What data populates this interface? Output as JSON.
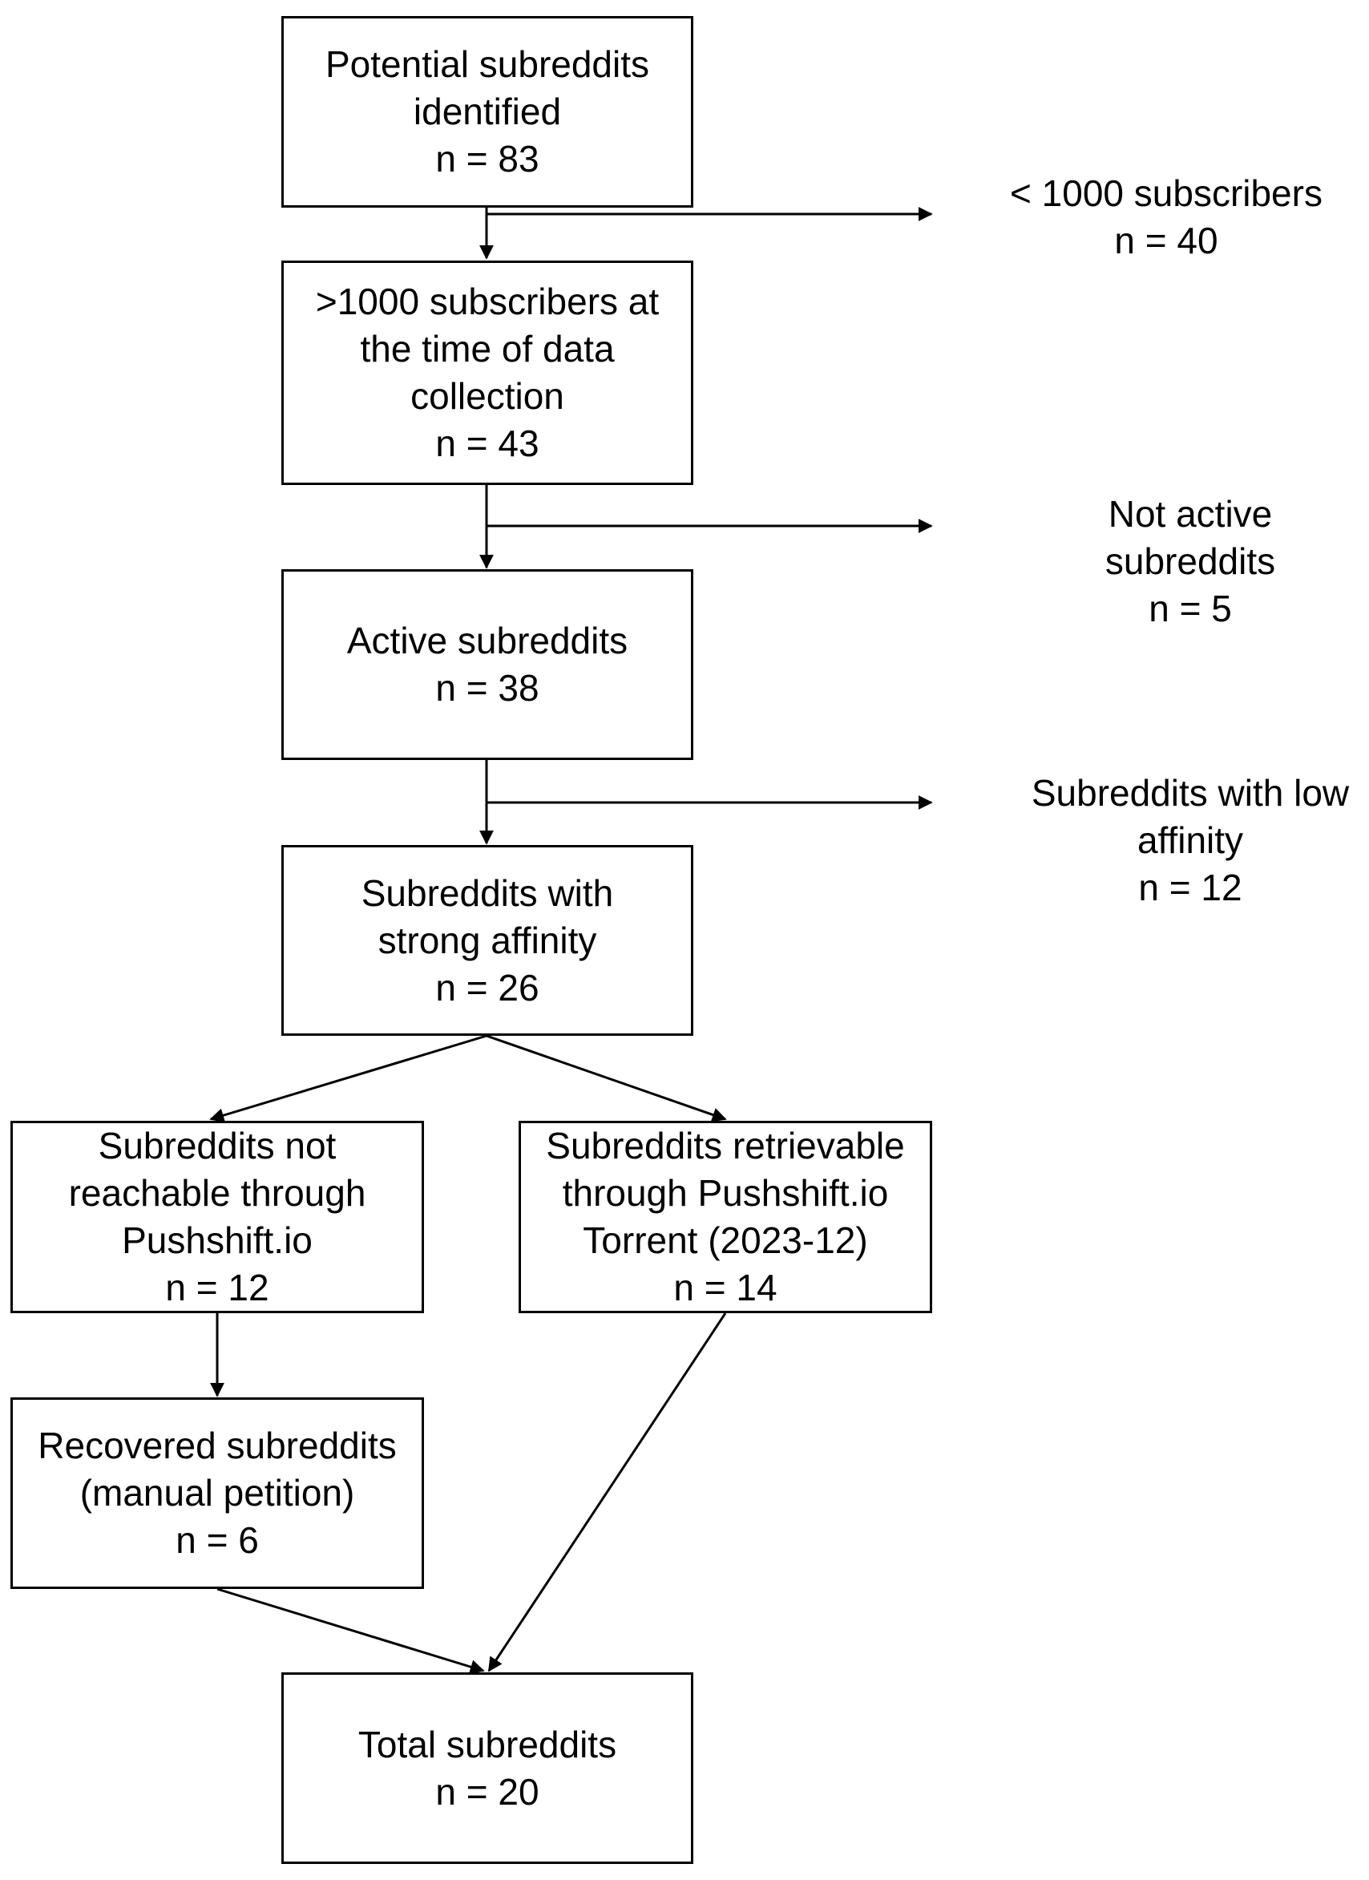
{
  "flowchart": {
    "boxes": {
      "potential": {
        "lines": [
          "Potential subreddits",
          "identified",
          "n = 83"
        ]
      },
      "over_1000": {
        "lines": [
          ">1000 subscribers at",
          "the time of data",
          "collection",
          "n = 43"
        ]
      },
      "active": {
        "lines": [
          "Active subreddits",
          "n = 38"
        ]
      },
      "strong_affinity": {
        "lines": [
          "Subreddits with",
          "strong affinity",
          "n = 26"
        ]
      },
      "not_reachable": {
        "lines": [
          "Subreddits not",
          "reachable through",
          "Pushshift.io",
          "n = 12"
        ]
      },
      "retrievable": {
        "lines": [
          "Subreddits retrievable",
          "through Pushshift.io",
          "Torrent (2023-12)",
          "n = 14"
        ]
      },
      "recovered": {
        "lines": [
          "Recovered subreddits",
          "(manual petition)",
          "n = 6"
        ]
      },
      "total": {
        "lines": [
          "Total subreddits",
          "n = 20"
        ]
      }
    },
    "exclusions": {
      "under_1000": {
        "lines": [
          "< 1000 subscribers",
          "n = 40"
        ]
      },
      "not_active": {
        "lines": [
          "Not active",
          "subreddits",
          "n = 5"
        ]
      },
      "low_affinity": {
        "lines": [
          "Subreddits with low",
          "affinity",
          "n = 12"
        ]
      }
    }
  }
}
